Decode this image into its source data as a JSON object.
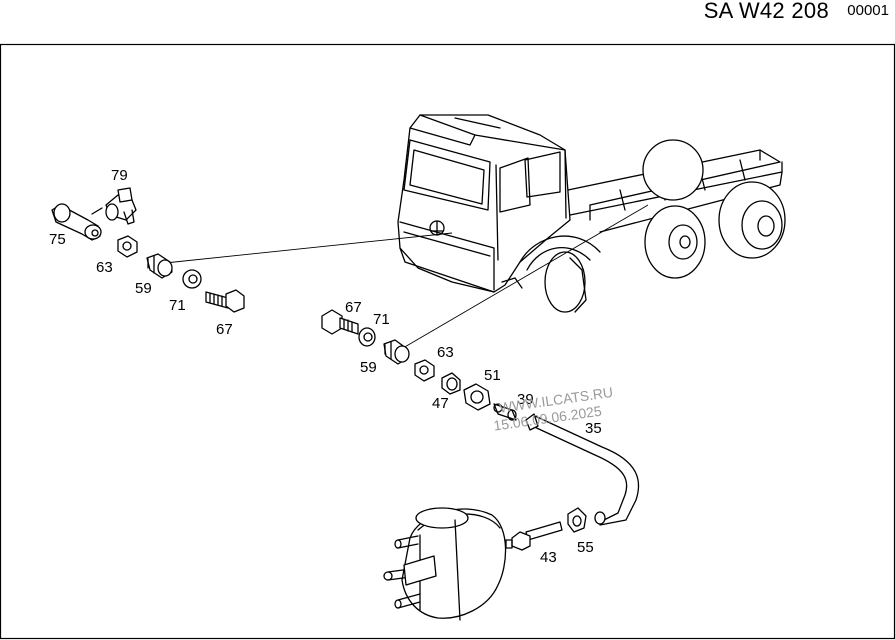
{
  "header": {
    "page_code": "SA W42 208",
    "sheet_number": "00001"
  },
  "watermark": {
    "line1": "WWW.ILCATS.RU",
    "line2": "15.06.09.06.2025"
  },
  "callouts": {
    "c79": "79",
    "c75": "75",
    "c63a": "63",
    "c59a": "59",
    "c71a": "71",
    "c67a": "67",
    "c67b": "67",
    "c71b": "71",
    "c59b": "59",
    "c63b": "63",
    "c47": "47",
    "c51": "51",
    "c39": "39",
    "c35": "35",
    "c43": "43",
    "c55": "55"
  },
  "icons": [
    "truck-chassis-icon",
    "compressor-icon",
    "hose-icon",
    "banjo-fitting-icon",
    "fitting-icon",
    "hex-nut-icon",
    "washer-icon",
    "bolt-icon",
    "plug-icon",
    "connector-icon",
    "hose-clip-icon"
  ]
}
